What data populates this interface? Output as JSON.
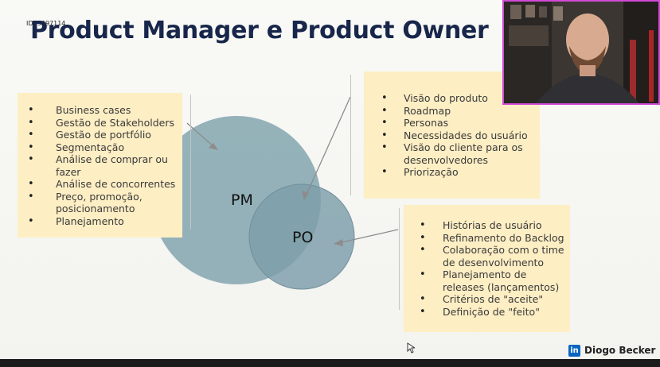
{
  "meta": {
    "image_id": "ID: 3697114"
  },
  "slide": {
    "title": "Product Manager e Product Owner",
    "venn": {
      "pm_label": "PM",
      "po_label": "PO"
    },
    "pm_box": {
      "items": [
        "Business cases",
        "Gestão de Stakeholders",
        "Gestão de portfólio",
        "Segmentação",
        "Análise de comprar ou fazer",
        "Análise de concorrentes",
        "Preço, promoção, posicionamento",
        "Planejamento"
      ]
    },
    "overlap_box": {
      "items": [
        "Visão do produto",
        "Roadmap",
        "Personas",
        "Necessidades do usuário",
        "Visão do cliente para os desenvolvedores",
        "Priorização"
      ]
    },
    "po_box": {
      "items": [
        "Histórias de usuário",
        "Refinamento do Backlog",
        "Colaboração com o time de desenvolvimento",
        "Planejamento de releases (lançamentos)",
        "Critérios de \"aceite\"",
        "Definição de \"feito\""
      ]
    }
  },
  "brand": {
    "icon": "linkedin-icon",
    "name": "Diogo Becker"
  },
  "colors": {
    "title": "#17264a",
    "box": "#fdeec4",
    "circle": "#8aaab3",
    "webcam_border": "#d24ad6"
  }
}
